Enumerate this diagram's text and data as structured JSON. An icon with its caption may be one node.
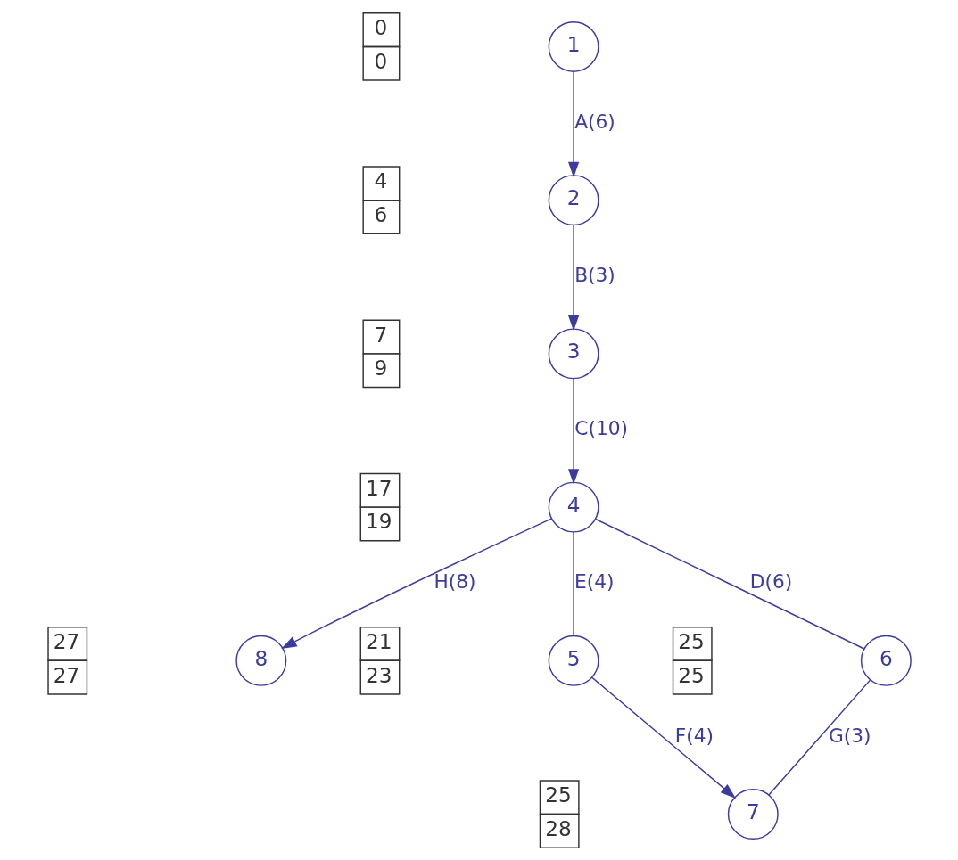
{
  "diagram": {
    "nodes": [
      {
        "text": [
          "1"
        ],
        "beside": [
          "0",
          "0"
        ]
      },
      {
        "text": [
          "2"
        ],
        "beside": [
          "4",
          "6"
        ]
      },
      {
        "text": [
          "3"
        ],
        "beside": [
          "7",
          "9"
        ]
      },
      {
        "text": [
          "4"
        ],
        "beside": [
          "17",
          "19"
        ]
      },
      {
        "text": [
          "8"
        ],
        "beside": [
          "27",
          "27"
        ]
      },
      {
        "text": [
          "5"
        ],
        "beside": [
          "21",
          "23"
        ]
      },
      {
        "text": [
          "6"
        ],
        "beside": [
          "25",
          "25"
        ]
      },
      {
        "text": [
          "7"
        ],
        "beside": [
          "25",
          "28"
        ]
      }
    ],
    "edges": [
      {
        "from": 0,
        "to": 1,
        "arrow": "to",
        "label": "A(6)"
      },
      {
        "from": 1,
        "to": 2,
        "arrow": "to",
        "label": "B(3)"
      },
      {
        "from": 2,
        "to": 3,
        "arrow": "to",
        "label": "C(10)"
      },
      {
        "from": 3,
        "to": 4,
        "arrow": "to",
        "label": "H(8)"
      },
      {
        "from": 3,
        "to": 5,
        "arrow": "none",
        "label": "E(4)"
      },
      {
        "from": 3,
        "to": 6,
        "arrow": "none",
        "label": "D(6)"
      },
      {
        "from": 5,
        "to": 7,
        "arrow": "to",
        "label": "F(4)"
      },
      {
        "from": 6,
        "to": 7,
        "arrow": "none",
        "label": "G(3)"
      }
    ]
  }
}
